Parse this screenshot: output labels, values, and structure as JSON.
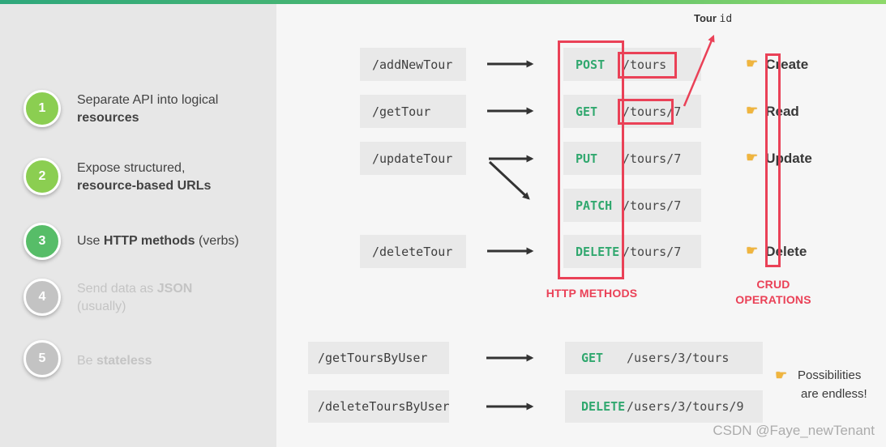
{
  "sidebar": {
    "steps": [
      {
        "number": "1",
        "line1": "Separate API into logical",
        "line2_bold": "resources"
      },
      {
        "number": "2",
        "line1": "Expose structured,",
        "line2_bold": "resource-based URLs"
      },
      {
        "number": "3",
        "pre": "Use ",
        "bold": "HTTP methods",
        "post": " (verbs)"
      },
      {
        "number": "4",
        "pre": "Send data as ",
        "bold": "JSON",
        "line2": "(usually)"
      },
      {
        "number": "5",
        "pre": "Be ",
        "bold": "stateless"
      }
    ]
  },
  "diagram": {
    "tour_rows": [
      {
        "endpoint": "/addNewTour",
        "method": "POST",
        "url": "/tours",
        "crud": "Create"
      },
      {
        "endpoint": "/getTour",
        "method": "GET",
        "url": "/tours/7",
        "crud": "Read"
      },
      {
        "endpoint": "/updateTour",
        "method": "PUT",
        "url": "/tours/7",
        "crud": "Update"
      },
      {
        "endpoint": "",
        "method": "PATCH",
        "url": "/tours/7",
        "crud": ""
      },
      {
        "endpoint": "/deleteTour",
        "method": "DELETE",
        "url": "/tours/7",
        "crud": "Delete"
      }
    ],
    "user_rows": [
      {
        "endpoint": "/getToursByUser",
        "method": "GET",
        "url": "/users/3/tours"
      },
      {
        "endpoint": "/deleteToursByUser",
        "method": "DELETE",
        "url": "/users/3/tours/9"
      }
    ],
    "annotations": {
      "tour_id_label": "Tour ",
      "tour_id_code": "id",
      "http_methods": "HTTP METHODS",
      "crud_line1": "CRUD",
      "crud_line2": "OPERATIONS",
      "possibilities_line1": "Possibilities",
      "possibilities_line2": "are endless!",
      "finger_glyph": "☛"
    }
  },
  "watermark": "CSDN @Faye_newTenant",
  "colors": {
    "strip_gradient_start": "#2fa87c",
    "strip_gradient_end": "#8ed96a",
    "sidebar_bg": "#e7e7e7",
    "page_bg": "#f6f6f6",
    "box_bg": "#e9e9e9",
    "step_green_light": "#8bce51",
    "step_green_active": "#57bd68",
    "step_gray": "#c3c3c3",
    "method_green": "#31a86f",
    "annotation_red": "#ea4157",
    "pointer_yellow": "#f0b53e",
    "arrow_dark": "#333333"
  }
}
